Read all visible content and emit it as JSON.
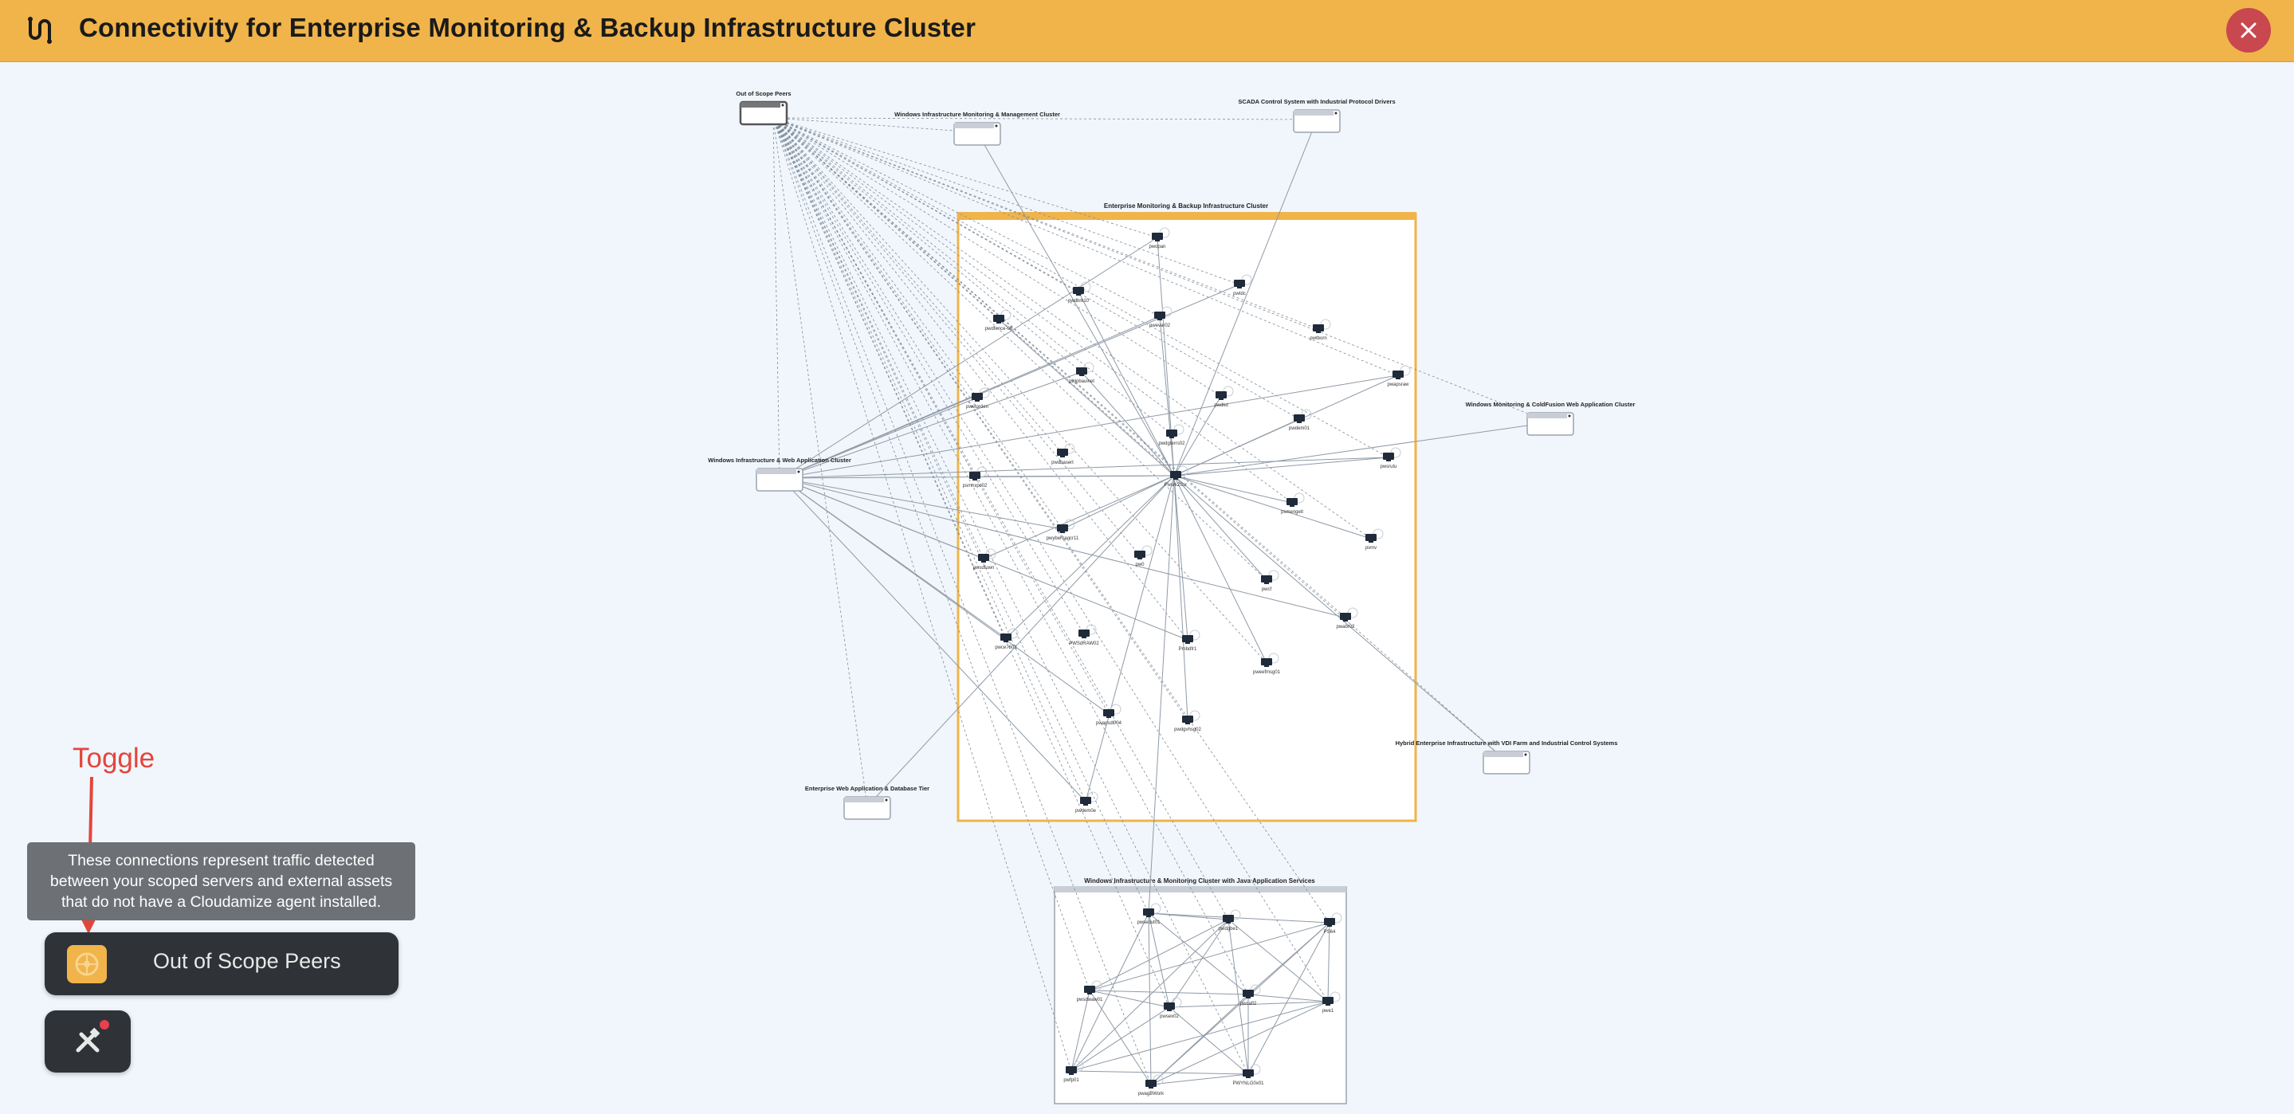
{
  "header": {
    "title": "Connectivity for Enterprise Monitoring & Backup Infrastructure Cluster",
    "app_icon": "connectivity-icon",
    "close_icon": "close-icon"
  },
  "colors": {
    "header_bg": "#f0b44a",
    "canvas_bg": "#f0f6fc",
    "focus_cluster_border": "#f0b44a",
    "close_button": "#c9474f",
    "annotation": "#e4453b",
    "dark_button": "#2f3337"
  },
  "graph": {
    "focus_cluster": {
      "label": "Enterprise Monitoring & Backup Infrastructure Cluster",
      "hosts": [
        "pwopan",
        "pwdbrk10",
        "pwtdc",
        "pwdfence-06",
        "pwevar02",
        "pwtborn",
        "pwjobauinet",
        "pwdkd",
        "pwetorden",
        "pwdem01",
        "pwapsraw",
        "pwdbasert",
        "pwsrutu",
        "psmnxpc02",
        "Fwsrk2Ssr",
        "psmengetl",
        "pwyberoagcr11",
        "pw0",
        "pwsdfuwn",
        "pwcf",
        "pwabr02",
        "pvmv",
        "pwce7601",
        "PWSdRAW02",
        "Pmbdfr1",
        "pweefmsg01",
        "pwapsdl004",
        "pwdgvhsg02",
        "pwdem0e",
        "pwdgterrs02"
      ]
    },
    "groups": [
      {
        "label": "Out of Scope Peers"
      },
      {
        "label": "Windows Infrastructure Monitoring & Management Cluster"
      },
      {
        "label": "SCADA Control System with Industrial Protocol Drivers"
      },
      {
        "label": "Windows Monitoring & ColdFusion Web Application Cluster"
      },
      {
        "label": "Windows Infrastructure & Web Application Cluster"
      },
      {
        "label": "Hybrid Enterprise Infrastructure with VDI Farm and Industrial Control Systems"
      },
      {
        "label": "Enterprise Web Application & Database Tier"
      }
    ],
    "secondary_cluster": {
      "label": "Windows Infrastructure & Monitoring Cluster with Java Application Services",
      "hosts": [
        "pwsedut01",
        "pwdgbe1",
        "PS64",
        "pwsdwaw01",
        "pwsex02",
        "pwcafl2",
        "pwe1",
        "pwfp01",
        "pwagBWork",
        "PWYNLG0x01"
      ]
    }
  },
  "annotation": {
    "toggle_label": "Toggle"
  },
  "tooltip": {
    "text": "These connections represent traffic detected between your scoped servers and external assets that do not have a Cloudamize agent installed."
  },
  "out_of_scope_toggle": {
    "label": "Out of Scope Peers",
    "icon": "peers-icon"
  },
  "tools_button": {
    "icon": "tools-icon",
    "has_notification": true
  }
}
